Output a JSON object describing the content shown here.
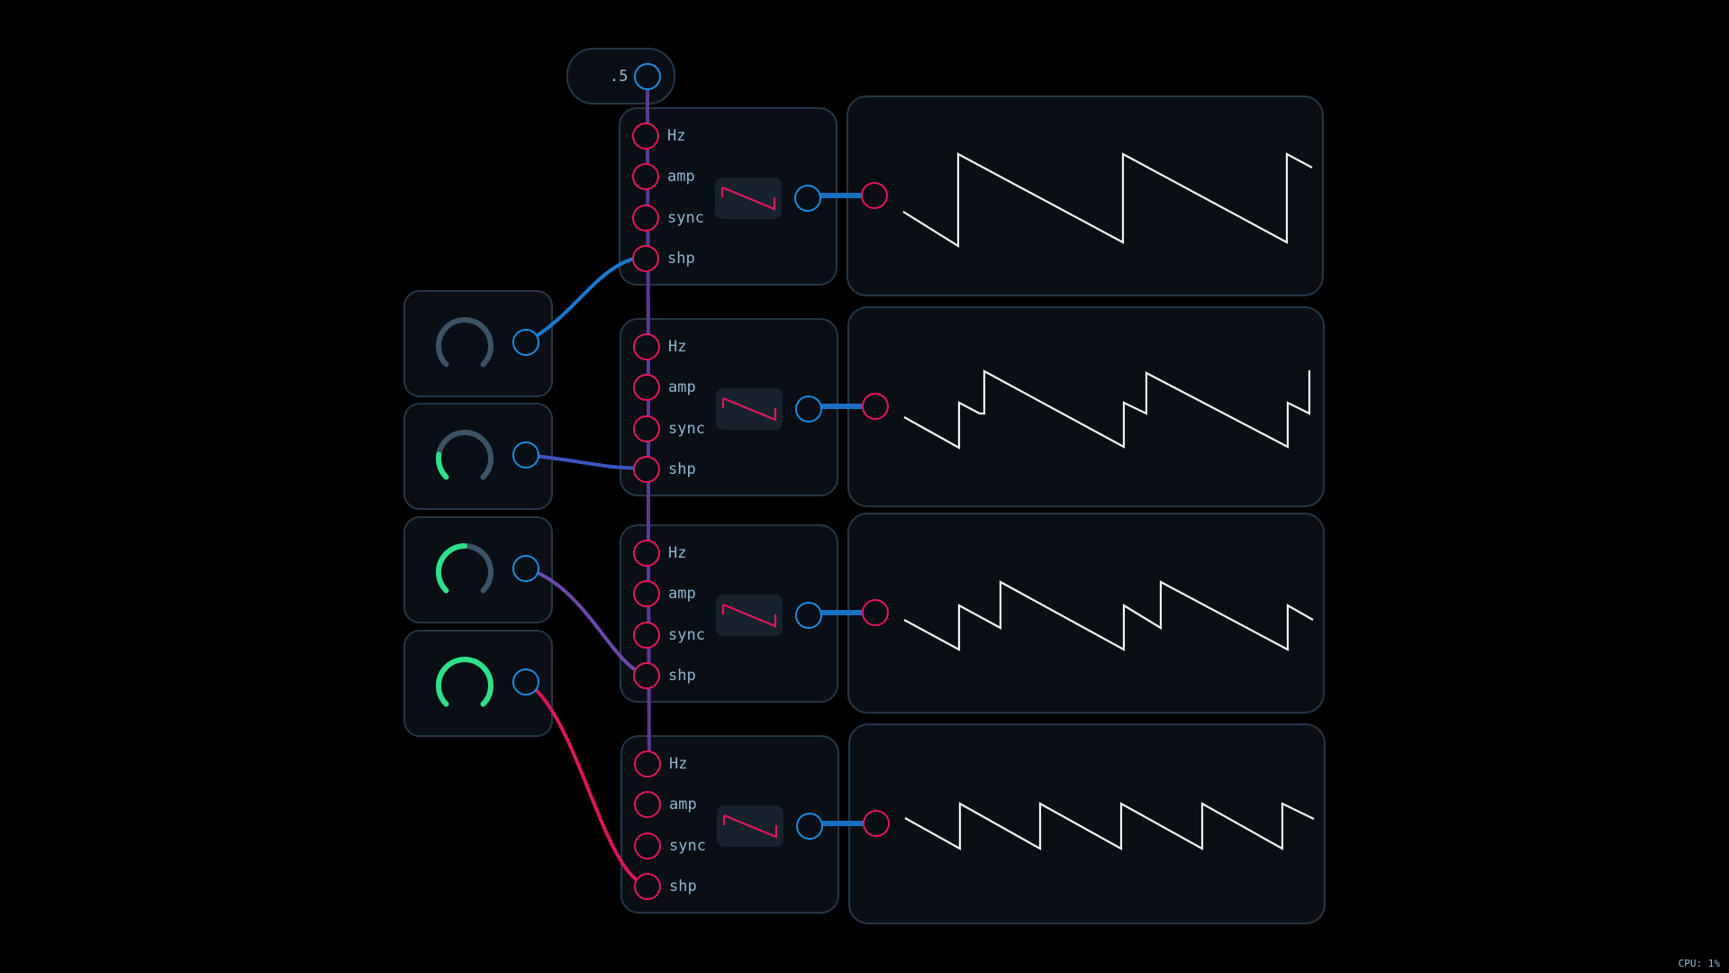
{
  "constant": {
    "value": ".5"
  },
  "oscillators": [
    {
      "ports": [
        "Hz",
        "amp",
        "sync",
        "shp"
      ],
      "shape_icon": "sawtooth-icon"
    },
    {
      "ports": [
        "Hz",
        "amp",
        "sync",
        "shp"
      ],
      "shape_icon": "sawtooth-icon"
    },
    {
      "ports": [
        "Hz",
        "amp",
        "sync",
        "shp"
      ],
      "shape_icon": "sawtooth-icon"
    },
    {
      "ports": [
        "Hz",
        "amp",
        "sync",
        "shp"
      ],
      "shape_icon": "sawtooth-icon"
    }
  ],
  "knobs": [
    {
      "level": 0.0
    },
    {
      "level": 0.2
    },
    {
      "level": 0.5
    },
    {
      "level": 1.0
    }
  ],
  "cables": [
    {
      "from": "constant",
      "to": "all-osc-Hz",
      "color": "#5b3a96"
    },
    {
      "from": "knob-1",
      "to": "osc-1-shp",
      "color": "#1a78d0"
    },
    {
      "from": "knob-2",
      "to": "osc-2-shp",
      "color": "#3d55c0"
    },
    {
      "from": "knob-3",
      "to": "osc-3-shp",
      "color": "#6a49a8"
    },
    {
      "from": "knob-4",
      "to": "osc-4-shp",
      "color": "#d8175a"
    }
  ],
  "colors": {
    "input_port": "#e0175a",
    "output_port": "#1a8ae0",
    "knob_active": "#2ee08a",
    "knob_track": "#3c5366",
    "scope_trace": "#f2f2f2"
  },
  "status": {
    "cpu": "CPU: 1%"
  }
}
